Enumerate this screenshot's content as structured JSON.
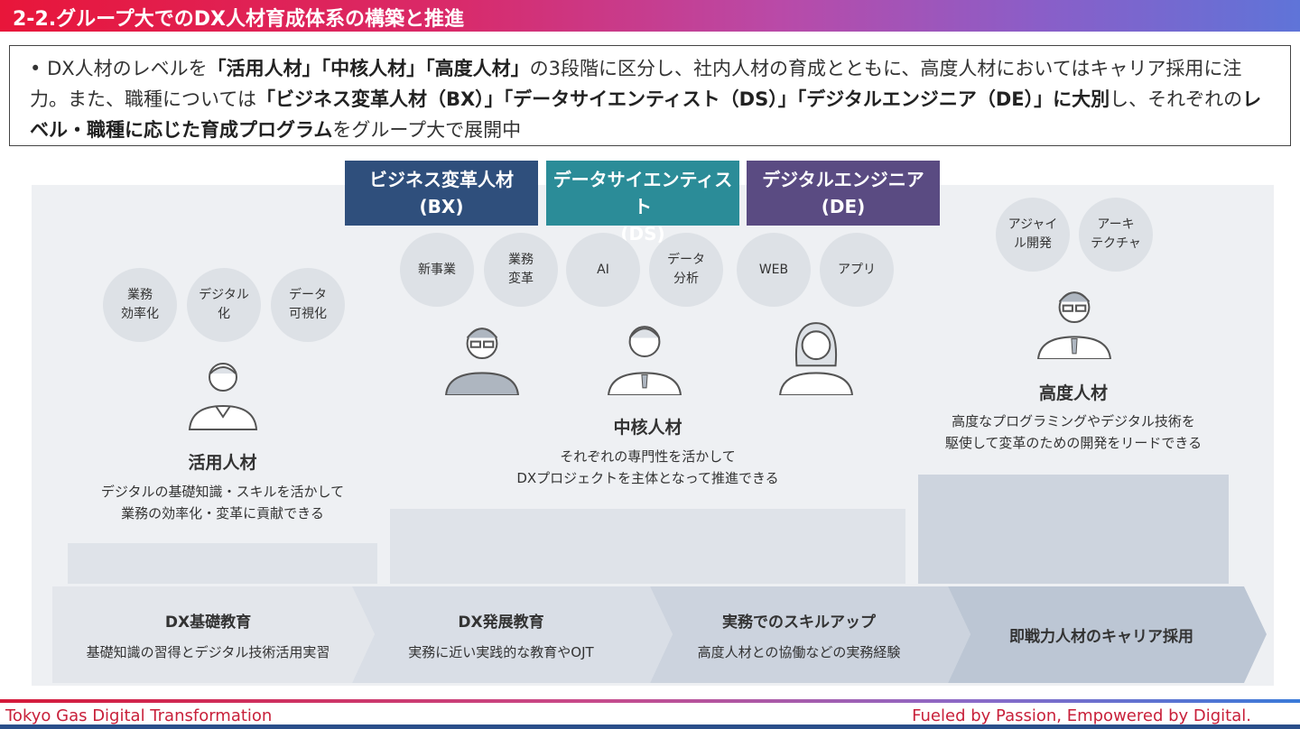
{
  "title": "2-2.グループ大でのDX人材育成体系の構築と推進",
  "summary": {
    "bullet": "•",
    "p1": "DX人材のレベルを",
    "b1": "「活用人材」「中核人材」「高度人材」",
    "p2": "の3段階に区分し、社内人材の育成とともに、高度人材においてはキャリア採用に注力。また、職種については",
    "b2": "「ビジネス変革人材（BX）」「データサイエンティスト（DS）」「デジタルエンジニア（DE）」に大別",
    "p3": "し、それぞれの",
    "b3": "レベル・職種に応じた育成プログラム",
    "p4": "をグループ大で展開中"
  },
  "roles": [
    {
      "name": "ビジネス変革人材",
      "abbr": "(BX)",
      "color": "#2f4f7c"
    },
    {
      "name": "データサイエンティスト",
      "abbr": "(DS)",
      "color": "#2b8c98"
    },
    {
      "name": "デジタルエンジニア",
      "abbr": "(DE)",
      "color": "#5a4b82"
    }
  ],
  "bubbles": {
    "basic": [
      "業務\n効率化",
      "デジタル\n化",
      "データ\n可視化"
    ],
    "core": [
      "新事業",
      "業務\n変革",
      "AI",
      "データ\n分析",
      "WEB",
      "アプリ"
    ],
    "advanced": [
      "アジャイ\nル開発",
      "アーキ\nテクチャ"
    ]
  },
  "levels": [
    {
      "name": "活用人材",
      "desc": [
        "デジタルの基礎知識・スキルを活かして",
        "業務の効率化・変革に貢献できる"
      ]
    },
    {
      "name": "中核人材",
      "desc": [
        "それぞれの専門性を活かして",
        "DXプロジェクトを主体となって推進できる"
      ]
    },
    {
      "name": "高度人材",
      "desc": [
        "高度なプログラミングやデジタル技術を",
        "駆使して変革のための開発をリードできる"
      ]
    }
  ],
  "steps": [
    {
      "title": "DX基礎教育",
      "sub": "基礎知識の習得とデジタル技術活用実習"
    },
    {
      "title": "DX発展教育",
      "sub": "実務に近い実践的な教育やOJT"
    },
    {
      "title": "実務でのスキルアップ",
      "sub": "高度人材との協働などの実務経験"
    },
    {
      "title": "即戦力人材のキャリア採用",
      "sub": ""
    }
  ],
  "footer": {
    "left": "Tokyo Gas Digital Transformation",
    "right": "Fueled by Passion, Empowered by Digital.",
    "left_color": "#c8203a",
    "right_color": "#c8203a"
  }
}
